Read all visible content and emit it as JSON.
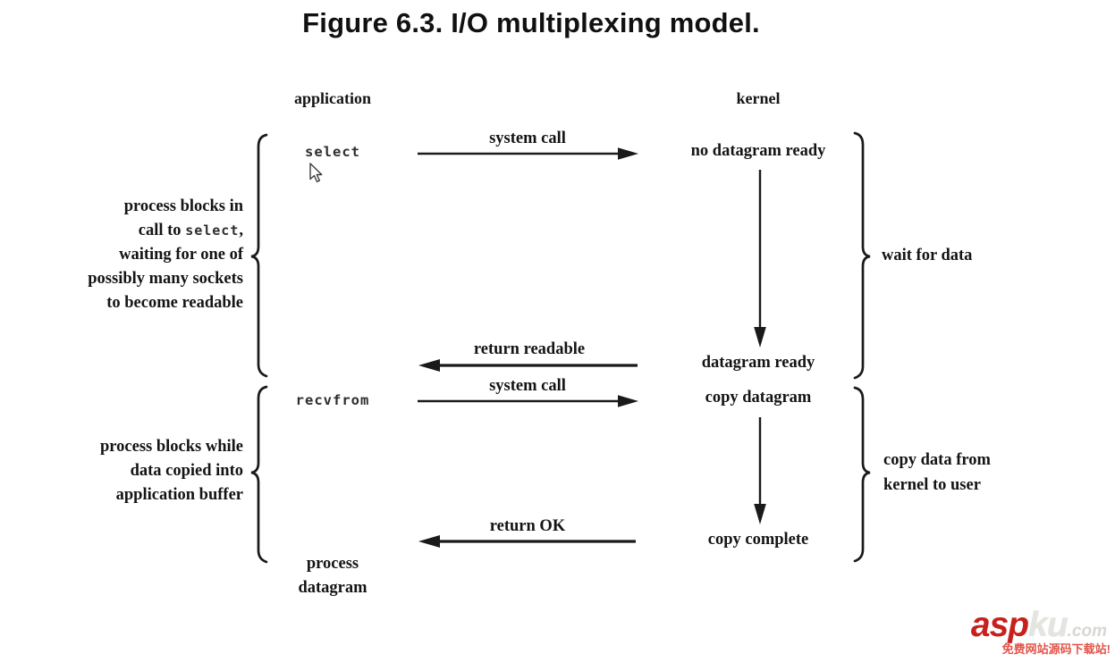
{
  "title": "Figure 6.3. I/O multiplexing model.",
  "headers": {
    "left": "application",
    "right": "kernel"
  },
  "app_column": {
    "select_label": "select",
    "recvfrom_label": "recvfrom",
    "process_line1": "process",
    "process_line2": "datagram"
  },
  "kernel_column": {
    "no_datagram_ready": "no datagram ready",
    "datagram_ready": "datagram ready",
    "copy_datagram": "copy datagram",
    "copy_complete": "copy complete"
  },
  "arrows": {
    "system_call_top": "system call",
    "return_readable": "return readable",
    "system_call_bottom": "system call",
    "return_ok": "return OK"
  },
  "left_annotations": {
    "block1": {
      "line1": "process blocks in",
      "line2_pre": "call to ",
      "line2_code": "select",
      "line2_post": ",",
      "line3": "waiting for one of",
      "line4": "possibly many sockets",
      "line5": "to become readable"
    },
    "block2": {
      "line1": "process blocks while",
      "line2": "data copied into",
      "line3": "application buffer"
    }
  },
  "right_annotations": {
    "wait_for_data": "wait for data",
    "copy_line1": "copy data from",
    "copy_line2": "kernel to user"
  },
  "watermark": {
    "part1": "asp",
    "part2": "ku",
    "part3": ".com",
    "tagline": "免费网站源码下载站!",
    "brand_red": "#c8201d"
  }
}
